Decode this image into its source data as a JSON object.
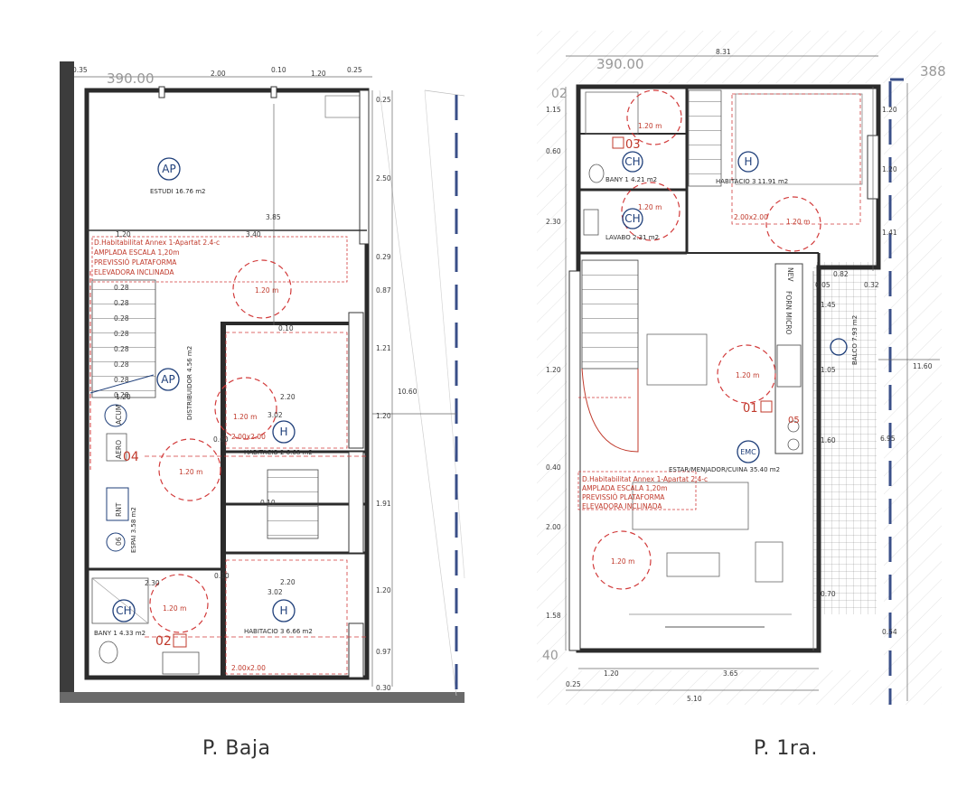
{
  "captions": {
    "left": "P. Baja",
    "right": "P. 1ra."
  },
  "left_plan": {
    "header_code": "390.00",
    "top_dims": [
      "0.35",
      "2.00",
      "0.10",
      "1.20",
      "0.25"
    ],
    "right_dims": [
      "0.25",
      "2.50",
      "0.29",
      "0.87",
      "1.21",
      "1.20",
      "1.91",
      "1.20",
      "0.97",
      "0.30"
    ],
    "total_right": "10.60",
    "inner_dims": [
      "3.85",
      "3.40",
      "1.20",
      "2.20",
      "3.02",
      "2.20",
      "3.02",
      "2.30",
      "0.10",
      "0.10",
      "0.60",
      "0.10"
    ],
    "stair_dims": [
      "0.28",
      "0.28",
      "0.28",
      "0.28",
      "0.28",
      "0.28",
      "0.28",
      "0.28",
      "1.20"
    ],
    "rooms": {
      "estudi": "ESTUDI 16.76 m2",
      "distribuidor": "DISTRIBUIDOR 4.56 m2",
      "hab2": "HABITACIO 2 6.68 m2",
      "hab3": "HABITACIO 3 6.66 m2",
      "bany": "BANY 1 4.33 m2",
      "espai": "ESPAI 3.58 m2"
    },
    "codes": {
      "ap1": "AP",
      "ap2": "AP",
      "h1": "H",
      "h2": "H",
      "ch": "CH"
    },
    "note": [
      "D.Habitabilitat Annex 1-Apartat 2.4-c",
      "AMPLADA ESCALA 1,20m",
      "PREVISSIÓ PLATAFORMA",
      "ELEVADORA INCLINADA"
    ],
    "turn_circles": [
      "1.20 m",
      "1.20 m",
      "1.20 m",
      "1.20 m"
    ],
    "bed_labels": [
      "2.00x2.00",
      "2.00x2.00"
    ],
    "tags": [
      "02",
      "04"
    ],
    "misc": [
      "ACUM",
      "AERO",
      "RNT",
      "06"
    ]
  },
  "right_plan": {
    "header_code": "390.00",
    "header_code2": "388",
    "top_dim": "8.31",
    "left_dims": [
      "1.15",
      "0.60",
      "2.30",
      "1.20",
      "0.40",
      "2.00",
      "1.58"
    ],
    "right_dims": [
      "1.20",
      "1.20",
      "1.41",
      "0.05",
      "0.82",
      "0.32",
      "1.45",
      "1.05",
      "1.60",
      "0.70",
      "0.54"
    ],
    "outer_dims": [
      "6.95",
      "11.60"
    ],
    "bottom_dims": [
      "1.20",
      "3.65",
      "0.25",
      "5.10"
    ],
    "rooms": {
      "bany": "BANY 1 4.21 m2",
      "hab3": "HABITACIO 3 11.91 m2",
      "lavabo": "LAVABO 2.31 m2",
      "estar": "ESTAR/MENJADOR/CUINA 35.40 m2",
      "balco": "BALCO 7.93 m2"
    },
    "codes": {
      "ch1": "CH",
      "ch2": "CH",
      "h": "H",
      "emc": "EMC"
    },
    "note": [
      "D.Habitabilitat Annex 1-Apartat 2.4-c",
      "AMPLADA ESCALA 1,20m",
      "PREVISSIÓ PLATAFORMA",
      "ELEVADORA INCLINADA"
    ],
    "turn_circles": [
      "1.20 m",
      "1.20 m",
      "1.20 m",
      "1.20 m",
      "1.20 m"
    ],
    "bed_label": "2.00x2.00",
    "tags": [
      "03",
      "01",
      "05"
    ],
    "misc": [
      "NEV",
      "FORN MICRO",
      "02",
      "40"
    ]
  }
}
